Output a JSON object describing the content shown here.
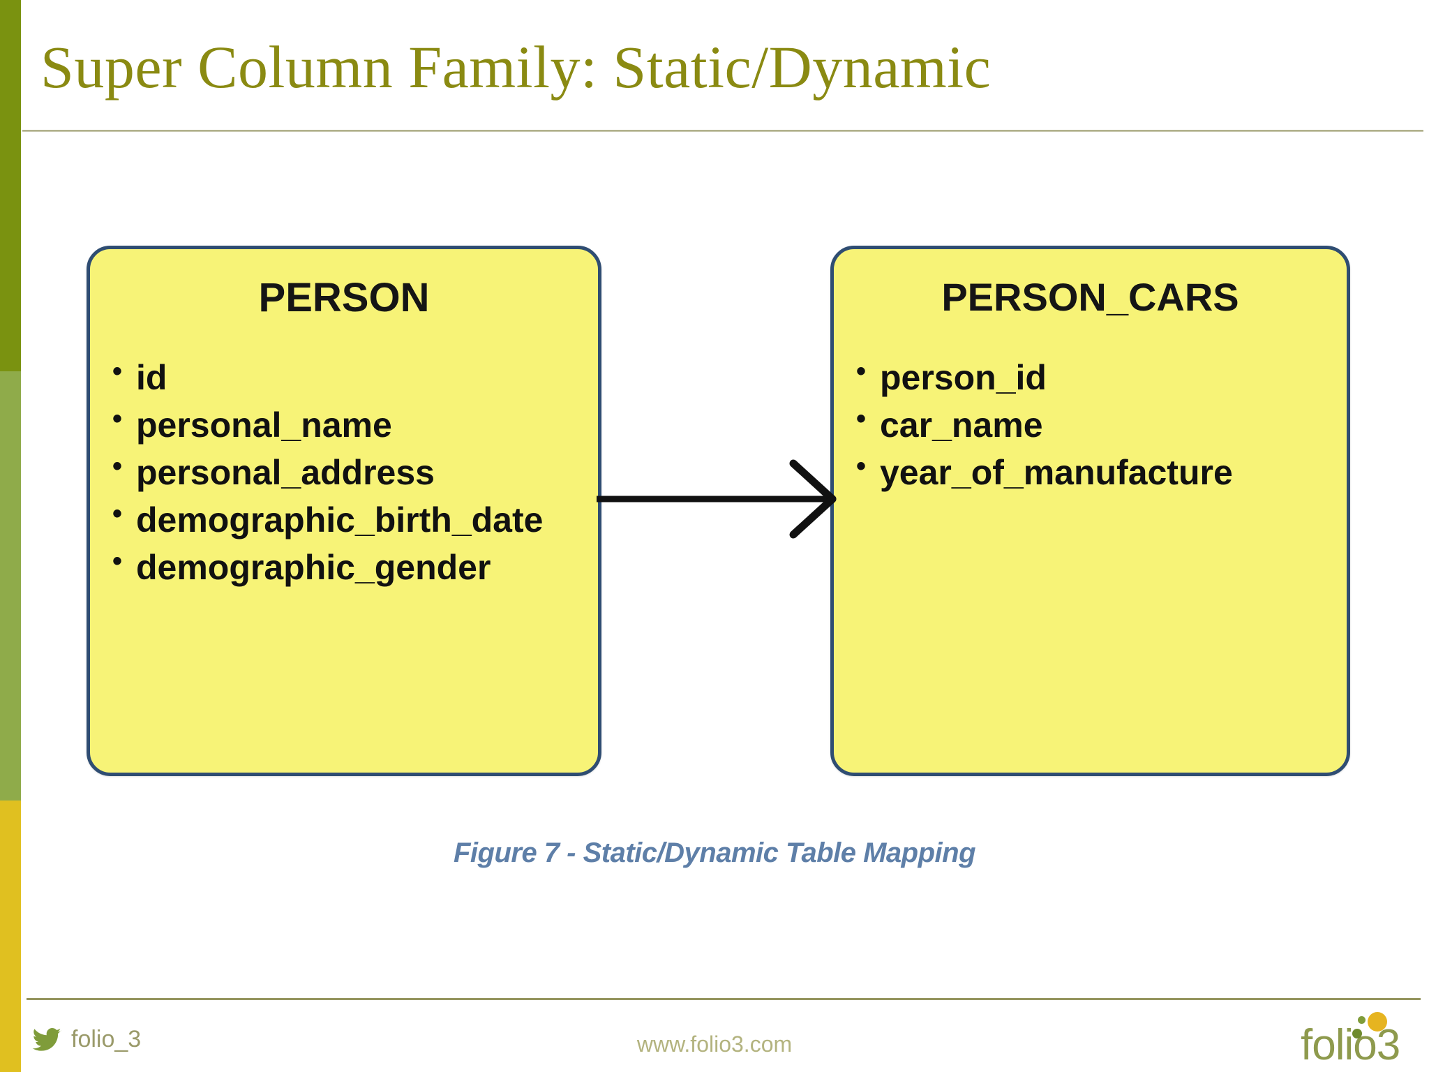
{
  "slide": {
    "title": "Super Column Family: Static/Dynamic"
  },
  "colors": {
    "title_olive": "#8a8a12",
    "edge_bar_dark": "#7a9210",
    "edge_bar_mid": "#8fab4a",
    "edge_bar_gold": "#e0c020",
    "entity_fill": "#f7f377",
    "entity_border": "#2f4d72",
    "caption_blue": "#5e7fa8",
    "footer_olive": "#95955f",
    "logo_green": "#8e9a4d",
    "logo_gold": "#e6b420"
  },
  "diagram": {
    "type": "er-diagram",
    "entities": [
      {
        "name": "PERSON",
        "attributes": [
          "id",
          "personal_name",
          "personal_address",
          "demographic_birth_date",
          "demographic_gender"
        ]
      },
      {
        "name": "PERSON_CARS",
        "attributes": [
          "person_id",
          "car_name",
          "year_of_manufacture"
        ]
      }
    ],
    "relationship": {
      "from": "PERSON",
      "to": "PERSON_CARS",
      "notation": "crows-foot",
      "cardinality": "one-to-many"
    },
    "caption": "Figure 7 - Static/Dynamic Table Mapping"
  },
  "footer": {
    "twitter_handle": "folio_3",
    "twitter_icon": "twitter-bird-icon",
    "website": "www.folio3.com",
    "logo_text": "folio3"
  }
}
